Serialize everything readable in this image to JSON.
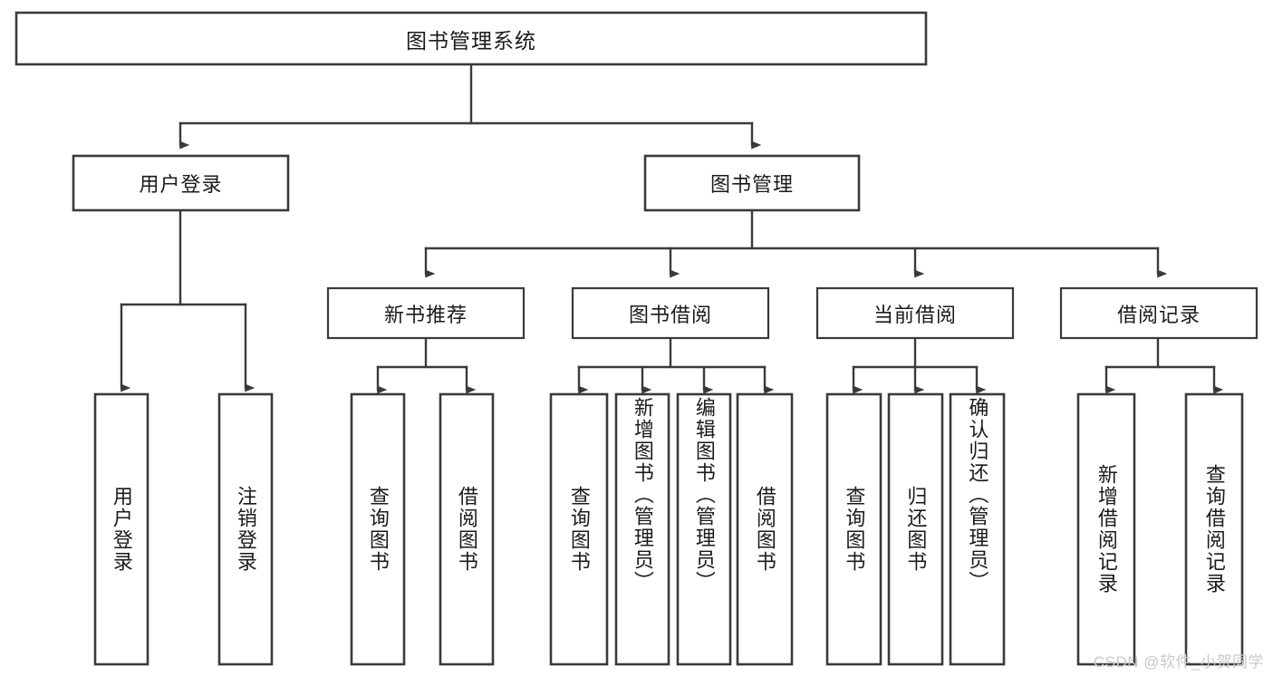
{
  "diagram": {
    "type": "tree",
    "title": "图书管理系统",
    "root": {
      "id": "root",
      "label": "图书管理系统",
      "orientation": "horizontal"
    },
    "level2": [
      {
        "id": "user-login",
        "label": "用户登录",
        "orientation": "horizontal"
      },
      {
        "id": "book-management",
        "label": "图书管理",
        "orientation": "horizontal"
      }
    ],
    "level3": [
      {
        "id": "new-book-recommend",
        "label": "新书推荐",
        "orientation": "horizontal",
        "parent": "book-management"
      },
      {
        "id": "book-borrow",
        "label": "图书借阅",
        "orientation": "horizontal",
        "parent": "book-management"
      },
      {
        "id": "current-borrow",
        "label": "当前借阅",
        "orientation": "horizontal",
        "parent": "book-management"
      },
      {
        "id": "borrow-record",
        "label": "借阅记录",
        "orientation": "horizontal",
        "parent": "book-management"
      }
    ],
    "leaves": [
      {
        "id": "leaf-user-login",
        "label": "用户登录",
        "orientation": "vertical",
        "parent": "user-login"
      },
      {
        "id": "leaf-logout",
        "label": "注销登录",
        "orientation": "vertical",
        "parent": "user-login"
      },
      {
        "id": "leaf-query-book-1",
        "label": "查询图书",
        "orientation": "vertical",
        "parent": "new-book-recommend"
      },
      {
        "id": "leaf-borrow-book-1",
        "label": "借阅图书",
        "orientation": "vertical",
        "parent": "new-book-recommend"
      },
      {
        "id": "leaf-query-book-2",
        "label": "查询图书",
        "orientation": "vertical",
        "parent": "book-borrow"
      },
      {
        "id": "leaf-add-book",
        "label": "新增图书（管理员）",
        "orientation": "vertical",
        "parent": "book-borrow"
      },
      {
        "id": "leaf-edit-book",
        "label": "编辑图书（管理员）",
        "orientation": "vertical",
        "parent": "book-borrow"
      },
      {
        "id": "leaf-borrow-book-2",
        "label": "借阅图书",
        "orientation": "vertical",
        "parent": "book-borrow"
      },
      {
        "id": "leaf-query-book-3",
        "label": "查询图书",
        "orientation": "vertical",
        "parent": "current-borrow"
      },
      {
        "id": "leaf-return-book",
        "label": "归还图书",
        "orientation": "vertical",
        "parent": "current-borrow"
      },
      {
        "id": "leaf-confirm-return",
        "label": "确认归还（管理员）",
        "orientation": "vertical",
        "parent": "current-borrow"
      },
      {
        "id": "leaf-add-record",
        "label": "新增借阅记录",
        "orientation": "vertical",
        "parent": "borrow-record"
      },
      {
        "id": "leaf-query-record",
        "label": "查询借阅记录",
        "orientation": "vertical",
        "parent": "borrow-record"
      }
    ]
  },
  "watermark": {
    "text": "CSDN @软件_小贺同学"
  },
  "colors": {
    "background": "#ffffff",
    "box_fill": "#ffffff",
    "box_stroke": "#3a3a3a",
    "text": "#1b1b1b",
    "watermark": "#c9c9c9"
  }
}
